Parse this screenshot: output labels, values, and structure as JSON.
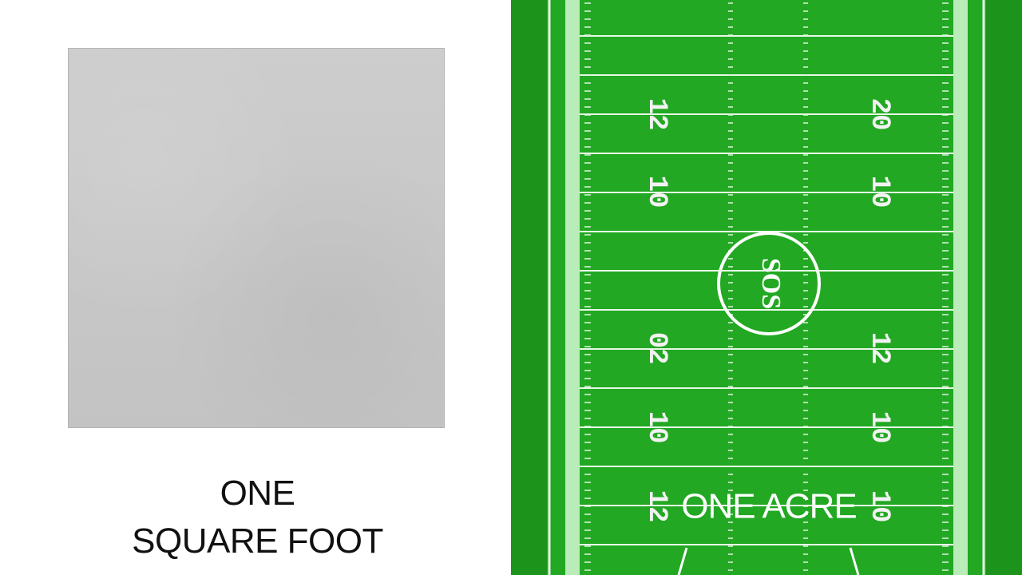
{
  "left": {
    "caption_line1": "ONE",
    "caption_line2": "SQUARE FOOT"
  },
  "right": {
    "caption": "ONE ACRE",
    "yard_numbers_left": [
      "12",
      "10",
      "02",
      "10",
      "12"
    ],
    "yard_numbers_right": [
      "20",
      "10",
      "12",
      "10",
      "10"
    ],
    "center_logo": "SOS"
  },
  "colors": {
    "field_green": "#22a822",
    "field_dark": "#1b931b",
    "line_white": "#e8f7e8",
    "tile_gray": "#c9c9c9"
  }
}
